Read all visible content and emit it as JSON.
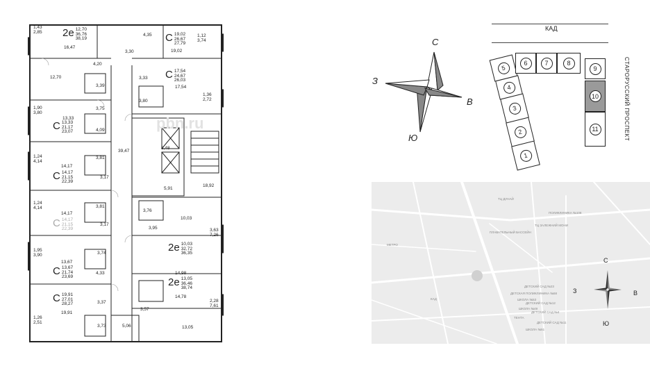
{
  "floor_plan": {
    "apartments": [
      {
        "id": "a1",
        "type": "2е",
        "areas": [
          "12,70",
          "36,76",
          "38,19"
        ],
        "faded": false
      },
      {
        "id": "a2",
        "type": "С",
        "areas": [
          "19,02",
          "26,67",
          "27,79"
        ],
        "faded": false
      },
      {
        "id": "a3",
        "type": "С",
        "areas": [
          "17,54",
          "24,67",
          "26,03"
        ],
        "faded": false
      },
      {
        "id": "a4",
        "type": "С",
        "areas": [
          "13,33",
          "21,17",
          "23,07"
        ],
        "faded": false
      },
      {
        "id": "a5",
        "type": "С",
        "areas": [
          "14,17",
          "21,15",
          "22,39"
        ],
        "faded": false
      },
      {
        "id": "a6",
        "type": "С",
        "areas": [
          "14,17",
          "21,15",
          "22,39"
        ],
        "faded": true
      },
      {
        "id": "a7",
        "type": "2е",
        "areas": [
          "10,03",
          "32,72",
          "36,35"
        ],
        "faded": false
      },
      {
        "id": "a8",
        "type": "С",
        "areas": [
          "13,67",
          "21,74",
          "23,69"
        ],
        "faded": false
      },
      {
        "id": "a9",
        "type": "2е",
        "areas": [
          "13,05",
          "36,46",
          "38,74"
        ],
        "faded": false
      },
      {
        "id": "a10",
        "type": "С",
        "areas": [
          "19,91",
          "27,01",
          "28,27"
        ],
        "faded": false
      }
    ],
    "room_labels": [
      {
        "id": "r1",
        "text": "1,43"
      },
      {
        "id": "r2",
        "text": "2,85"
      },
      {
        "id": "r3",
        "text": "16,47"
      },
      {
        "id": "r4",
        "text": "4,35"
      },
      {
        "id": "r5",
        "text": "3,30"
      },
      {
        "id": "r6",
        "text": "19,02"
      },
      {
        "id": "r7",
        "text": "1,12"
      },
      {
        "id": "r8",
        "text": "3,74"
      },
      {
        "id": "r9",
        "text": "4,20"
      },
      {
        "id": "r10",
        "text": "12,70"
      },
      {
        "id": "r11",
        "text": "3,39"
      },
      {
        "id": "r12",
        "text": "3,33"
      },
      {
        "id": "r13",
        "text": "17,54"
      },
      {
        "id": "r14",
        "text": "1,36"
      },
      {
        "id": "r15",
        "text": "2,72"
      },
      {
        "id": "r16",
        "text": "3,80"
      },
      {
        "id": "r17",
        "text": "1,90"
      },
      {
        "id": "r18",
        "text": "3,80"
      },
      {
        "id": "r19",
        "text": "13,33"
      },
      {
        "id": "r20",
        "text": "3,75"
      },
      {
        "id": "r21",
        "text": "4,09"
      },
      {
        "id": "r22",
        "text": "8,48"
      },
      {
        "id": "r23",
        "text": "39,47"
      },
      {
        "id": "r24",
        "text": "1,24"
      },
      {
        "id": "r25",
        "text": "4,14"
      },
      {
        "id": "r26",
        "text": "3,81"
      },
      {
        "id": "r27",
        "text": "14,17"
      },
      {
        "id": "r28",
        "text": "3,17"
      },
      {
        "id": "r29",
        "text": "5,91"
      },
      {
        "id": "r30",
        "text": "18,92"
      },
      {
        "id": "r31",
        "text": "1,24"
      },
      {
        "id": "r32",
        "text": "4,14"
      },
      {
        "id": "r33",
        "text": "14,17"
      },
      {
        "id": "r34",
        "text": "3,81"
      },
      {
        "id": "r35",
        "text": "3,76"
      },
      {
        "id": "r36",
        "text": "10,03"
      },
      {
        "id": "r37",
        "text": "3,17"
      },
      {
        "id": "r38",
        "text": "3,95"
      },
      {
        "id": "r39",
        "text": "3,63"
      },
      {
        "id": "r40",
        "text": "7,26"
      },
      {
        "id": "r41",
        "text": "1,95"
      },
      {
        "id": "r42",
        "text": "3,90"
      },
      {
        "id": "r43",
        "text": "3,74"
      },
      {
        "id": "r44",
        "text": "14,98"
      },
      {
        "id": "r45",
        "text": "13,67"
      },
      {
        "id": "r46",
        "text": "4,33"
      },
      {
        "id": "r47",
        "text": "14,78"
      },
      {
        "id": "r48",
        "text": "2,28"
      },
      {
        "id": "r49",
        "text": "7,61"
      },
      {
        "id": "r50",
        "text": "3,37"
      },
      {
        "id": "r51",
        "text": "3,57"
      },
      {
        "id": "r52",
        "text": "19,91"
      },
      {
        "id": "r53",
        "text": "1,26"
      },
      {
        "id": "r54",
        "text": "2,51"
      },
      {
        "id": "r55",
        "text": "3,73"
      },
      {
        "id": "r56",
        "text": "5,06"
      },
      {
        "id": "r57",
        "text": "13,05"
      }
    ]
  },
  "compass_large": {
    "north": "С",
    "south": "Ю",
    "west": "З",
    "east": "В"
  },
  "site_plan": {
    "road_top": "КАД",
    "road_right": "СТАРОРУССКИЙ ПРОСПЕКТ",
    "sections": [
      "1",
      "2",
      "3",
      "4",
      "5",
      "6",
      "7",
      "8",
      "9",
      "10",
      "11"
    ],
    "highlighted": "10",
    "highlight_color": "#9a9a9a"
  },
  "map": {
    "labels": [
      {
        "id": "m1",
        "text": "ТЦ ДУНАЙ"
      },
      {
        "id": "m2",
        "text": "ПОЛИКЛИНИКА №108"
      },
      {
        "id": "m3",
        "text": "ТЦ ЗАЛЕЖНИЙ МОНИ"
      },
      {
        "id": "m4",
        "text": "ПЛАВАТЕЛЬНЫЙ БАССЕЙН"
      },
      {
        "id": "m5",
        "text": "ДЕТСКИЙ САД №23"
      },
      {
        "id": "m6",
        "text": "ДЕТСКАЯ ПОЛИКЛИНИКА №68"
      },
      {
        "id": "m7",
        "text": "ШКОЛА №53"
      },
      {
        "id": "m8",
        "text": "ДЕТСКИЙ САД №12"
      },
      {
        "id": "m9",
        "text": "ШКОЛА №49"
      },
      {
        "id": "m10",
        "text": "ДЕТСКИЙ САД №4"
      },
      {
        "id": "m11",
        "text": "ТЕНТА"
      },
      {
        "id": "m12",
        "text": "ДЕТСКИЙ САД №11"
      },
      {
        "id": "m13",
        "text": "ШКОЛА №51"
      },
      {
        "id": "m14",
        "text": "КАД"
      },
      {
        "id": "m15",
        "text": "МЕТРО"
      }
    ],
    "compass": {
      "north": "С",
      "south": "Ю",
      "west": "З",
      "east": "В"
    }
  },
  "watermark": "pbn.ru"
}
